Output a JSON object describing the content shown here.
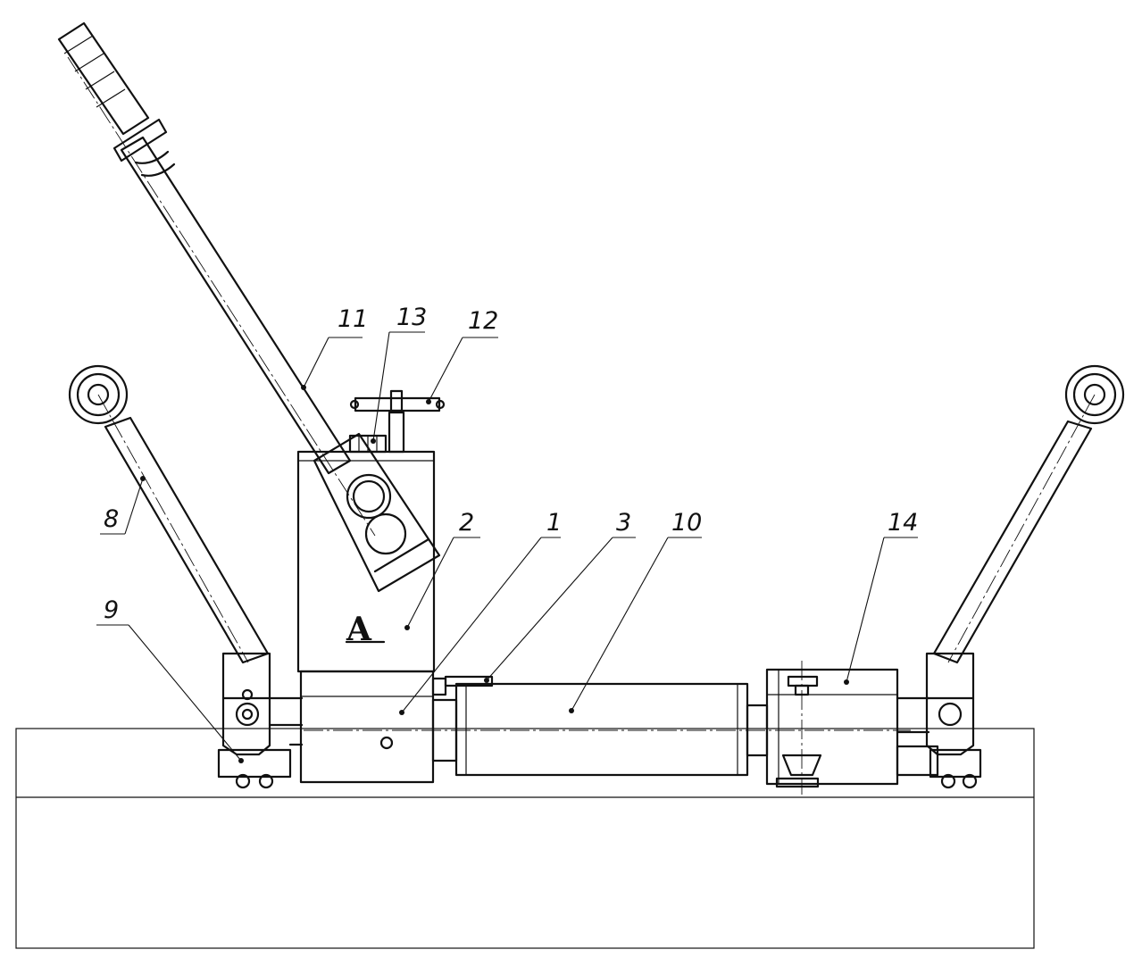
{
  "labels": [
    {
      "id": "1",
      "text": "1"
    },
    {
      "id": "2",
      "text": "2"
    },
    {
      "id": "3",
      "text": "3"
    },
    {
      "id": "8",
      "text": "8"
    },
    {
      "id": "9",
      "text": "9"
    },
    {
      "id": "10",
      "text": "10"
    },
    {
      "id": "11",
      "text": "11"
    },
    {
      "id": "12",
      "text": "12"
    },
    {
      "id": "13",
      "text": "13"
    },
    {
      "id": "14",
      "text": "14"
    }
  ],
  "logo_mark": "A",
  "colors": {
    "ink": "#111111",
    "background": "#ffffff"
  }
}
